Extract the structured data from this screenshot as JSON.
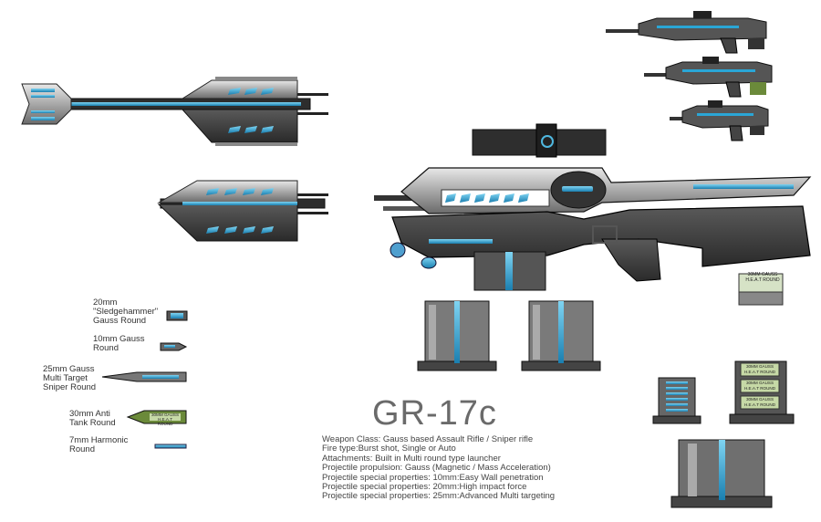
{
  "title": "GR-17c",
  "specs": [
    "Weapon Class: Gauss based Assault Rifle / Sniper rifle",
    "Fire type:Burst shot, Single or Auto",
    "Attachments: Built in Multi round type launcher",
    "Projectile propulsion: Gauss (Magnetic / Mass Acceleration)",
    "Projectile special properties: 10mm:Easy Wall penetration",
    "Projectile special properties: 20mm:High impact force",
    "Projectile special properties: 25mm:Advanced Multi targeting"
  ],
  "ammo": [
    {
      "label_lines": [
        "20mm",
        "\"Sledgehammer\"",
        "Gauss Round"
      ]
    },
    {
      "label_lines": [
        "10mm Gauss",
        "Round"
      ]
    },
    {
      "label_lines": [
        "25mm Gauss",
        "Multi Target",
        "Sniper Round"
      ]
    },
    {
      "label_lines": [
        "30mm Anti",
        "Tank Round"
      ]
    },
    {
      "label_lines": [
        "7mm Harmonic",
        "Round"
      ]
    }
  ],
  "tank_round_label_1": "30MM GAUSS",
  "tank_round_label_2": "H.E.A.T ROUND",
  "colors": {
    "accent_blue": "#2aa6d6",
    "body_gray": "#3a3a3a",
    "light_gray": "#c8c8c8",
    "tank_green": "#6b8a3a"
  }
}
